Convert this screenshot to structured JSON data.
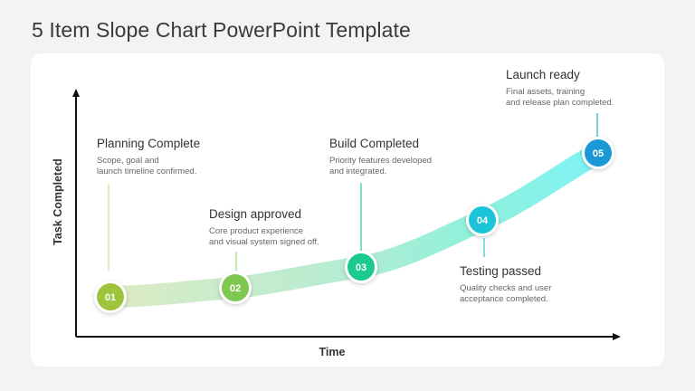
{
  "title": "5 Item Slope Chart PowerPoint Template",
  "axes": {
    "y_label": "Task Completed",
    "x_label": "Time"
  },
  "colors": {
    "n1": "#9dc43a",
    "n2": "#7ec850",
    "n3": "#1cc98e",
    "n4": "#1fc4d9",
    "n5": "#1a98d6"
  },
  "items": [
    {
      "num": "01",
      "heading": "Planning Complete",
      "desc_line1": "Scope, goal and",
      "desc_line2": "launch timeline confirmed."
    },
    {
      "num": "02",
      "heading": "Design approved",
      "desc_line1": "Core product experience",
      "desc_line2": "and visual system signed off."
    },
    {
      "num": "03",
      "heading": "Build Completed",
      "desc_line1": "Priority features developed",
      "desc_line2": "and integrated."
    },
    {
      "num": "04",
      "heading": "Testing passed",
      "desc_line1": "Quality checks and user",
      "desc_line2": "acceptance completed."
    },
    {
      "num": "05",
      "heading": "Launch ready",
      "desc_line1": "Final assets, training",
      "desc_line2": "and release plan completed."
    }
  ]
}
